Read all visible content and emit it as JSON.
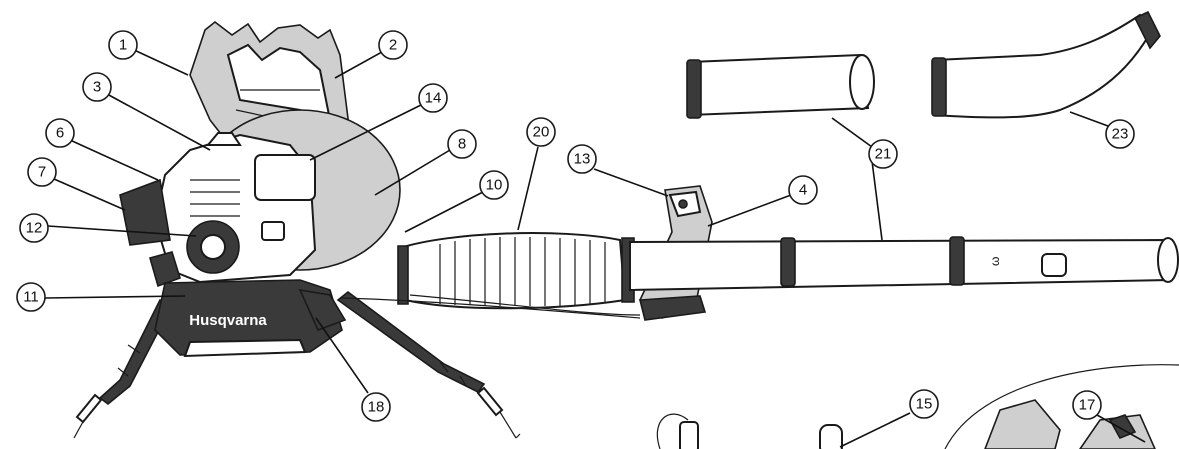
{
  "diagram": {
    "callouts": [
      {
        "id": "c1",
        "label": "1"
      },
      {
        "id": "c2",
        "label": "2"
      },
      {
        "id": "c3",
        "label": "3"
      },
      {
        "id": "c4",
        "label": "4"
      },
      {
        "id": "c6",
        "label": "6"
      },
      {
        "id": "c7",
        "label": "7"
      },
      {
        "id": "c8",
        "label": "8"
      },
      {
        "id": "c10",
        "label": "10"
      },
      {
        "id": "c11",
        "label": "11"
      },
      {
        "id": "c12",
        "label": "12"
      },
      {
        "id": "c13",
        "label": "13"
      },
      {
        "id": "c14",
        "label": "14"
      },
      {
        "id": "c15",
        "label": "15"
      },
      {
        "id": "c17",
        "label": "17"
      },
      {
        "id": "c18",
        "label": "18"
      },
      {
        "id": "c20",
        "label": "20"
      },
      {
        "id": "c21",
        "label": "21"
      },
      {
        "id": "c23",
        "label": "23"
      }
    ],
    "brand_text": "Husqvarna",
    "colors": {
      "line": "#1a1a1a",
      "fill_gray": "#cfcfcf",
      "fill_dark": "#3a3a3a",
      "background": "#ffffff"
    }
  }
}
